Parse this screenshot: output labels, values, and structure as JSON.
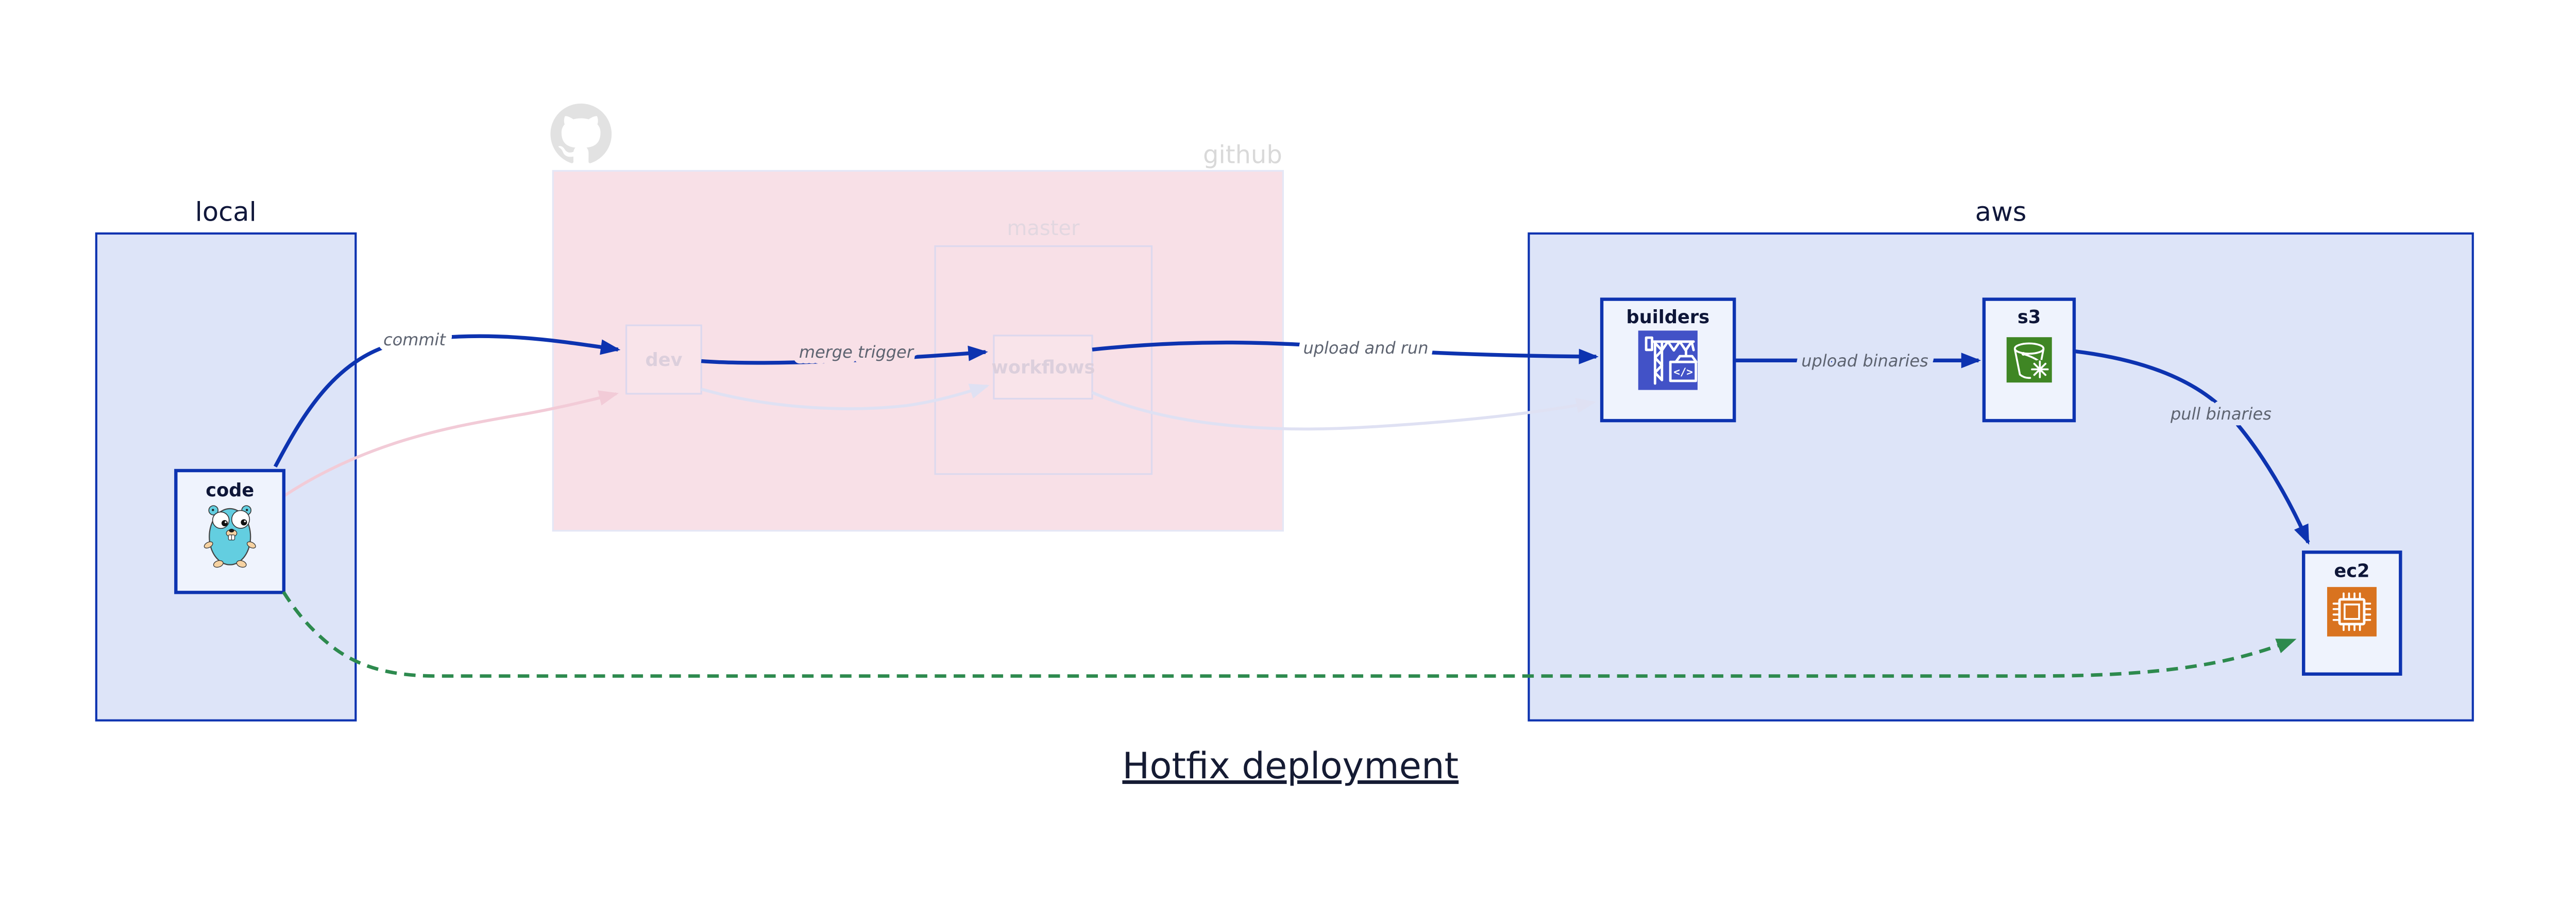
{
  "title": "Hotfix deployment",
  "containers": {
    "local": {
      "label": "local"
    },
    "github": {
      "label": "github",
      "icon": "octocat-icon",
      "master": {
        "label": "master"
      }
    },
    "aws": {
      "label": "aws"
    }
  },
  "nodes": {
    "code": {
      "label": "code",
      "icon": "gopher-icon",
      "gopher_color": "#63cee0"
    },
    "dev": {
      "label": "dev"
    },
    "workflows": {
      "label": "workflows"
    },
    "builders": {
      "label": "builders",
      "icon": "codebuild-crane-icon",
      "icon_color": "#4252c7",
      "icon_glyph_text": "</>"
    },
    "s3": {
      "label": "s3",
      "icon": "s3-bucket-icon",
      "icon_color": "#3f8624"
    },
    "ec2": {
      "label": "ec2",
      "icon": "ec2-chip-icon",
      "icon_color": "#d9731f"
    }
  },
  "edges": {
    "commit": {
      "label": "commit",
      "from": "code",
      "to": "dev",
      "style": "solid-blue"
    },
    "merge_trigger": {
      "label": "merge trigger",
      "from": "dev",
      "to": "workflows",
      "style": "solid-blue"
    },
    "upload_and_run": {
      "label": "upload and run",
      "from": "workflows",
      "to": "builders",
      "style": "solid-blue"
    },
    "upload_binaries": {
      "label": "upload binaries",
      "from": "builders",
      "to": "s3",
      "style": "solid-blue"
    },
    "pull_binaries": {
      "label": "pull binaries",
      "from": "s3",
      "to": "ec2",
      "style": "solid-blue"
    },
    "hotfix": {
      "label": "",
      "from": "code",
      "to": "ec2",
      "style": "dashed-green"
    },
    "ghost_commit": {
      "label": "",
      "from": "code",
      "to": "dev",
      "style": "ghost-pink"
    },
    "ghost_merge": {
      "label": "",
      "from": "dev",
      "to": "workflows",
      "style": "ghost-lavender"
    },
    "ghost_upload": {
      "label": "",
      "from": "workflows",
      "to": "builders",
      "style": "ghost-lavender"
    }
  },
  "colors": {
    "accent_blue": "#0d33b0",
    "container_fill": "#dde4f8",
    "node_fill": "#eff3fd",
    "github_pink": "#f8e0e7",
    "ghost_lavender": "#dfe1f3",
    "ghost_pink": "#f2cbd7",
    "hotfix_green": "#2d8a4e",
    "builders_icon": "#4252c7",
    "s3_icon": "#3f8624",
    "ec2_icon": "#d9731f",
    "octocat_gray": "#e2e2e2",
    "edge_label_gray": "#5d6370"
  }
}
